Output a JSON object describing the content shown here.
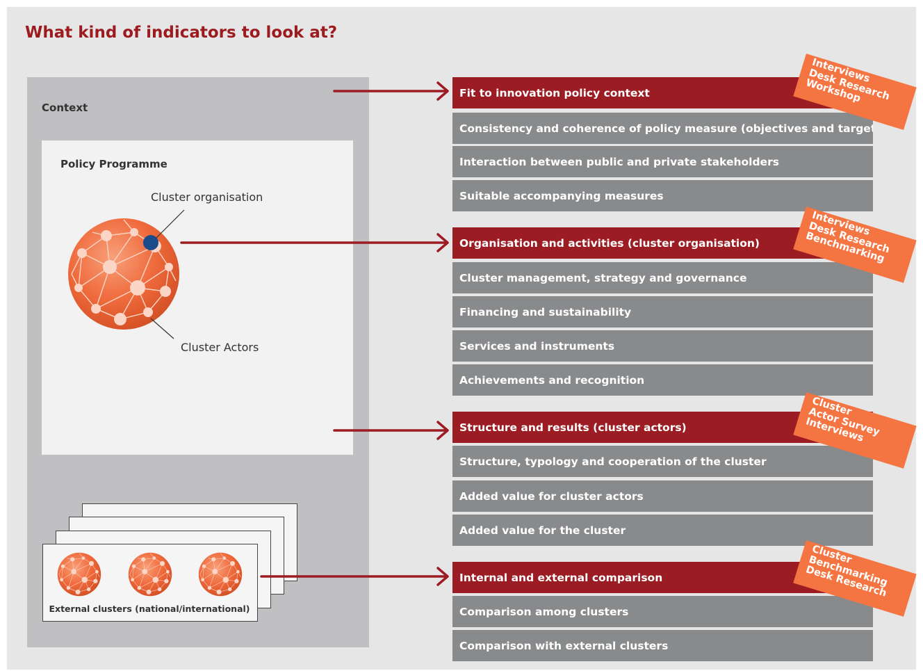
{
  "title": "What kind of indicators to look at?",
  "context": {
    "label": "Context"
  },
  "policy": {
    "label": "Policy Programme"
  },
  "cluster": {
    "organisation_label": "Cluster organisation",
    "actors_label": "Cluster Actors"
  },
  "external": {
    "label": "External clusters (national/international)"
  },
  "groups": [
    {
      "heading": "Fit to innovation policy context",
      "items": [
        "Consistency and coherence of policy measure (objectives and targets)",
        "Interaction between public and private stakeholders",
        "Suitable accompanying measures"
      ],
      "methods": [
        "Interviews",
        "Desk Research",
        "Workshop"
      ]
    },
    {
      "heading": "Organisation and activities (cluster organisation)",
      "items": [
        "Cluster management, strategy and governance",
        "Financing and sustainability",
        "Services and instruments",
        "Achievements and recognition"
      ],
      "methods": [
        "Interviews",
        "Desk Research",
        "Benchmarking"
      ]
    },
    {
      "heading": "Structure and results (cluster actors)",
      "items": [
        "Structure, typology and cooperation of the cluster",
        "Added value for cluster actors",
        "Added value for the cluster"
      ],
      "methods": [
        "Cluster",
        "Actor Survey",
        "Interviews"
      ]
    },
    {
      "heading": "Internal and external comparison",
      "items": [
        "Comparison among clusters",
        "Comparison with external clusters"
      ],
      "methods": [
        "Cluster",
        "Benchmarking",
        "Desk Research"
      ]
    }
  ],
  "colors": {
    "heading_red": "#9b1c22",
    "item_grey": "#888a8c",
    "tag_orange": "#f47442",
    "arrow": "#9b1c22",
    "cluster_orange": "#ef6a3c",
    "organisation_dot": "#1c4b8c"
  }
}
